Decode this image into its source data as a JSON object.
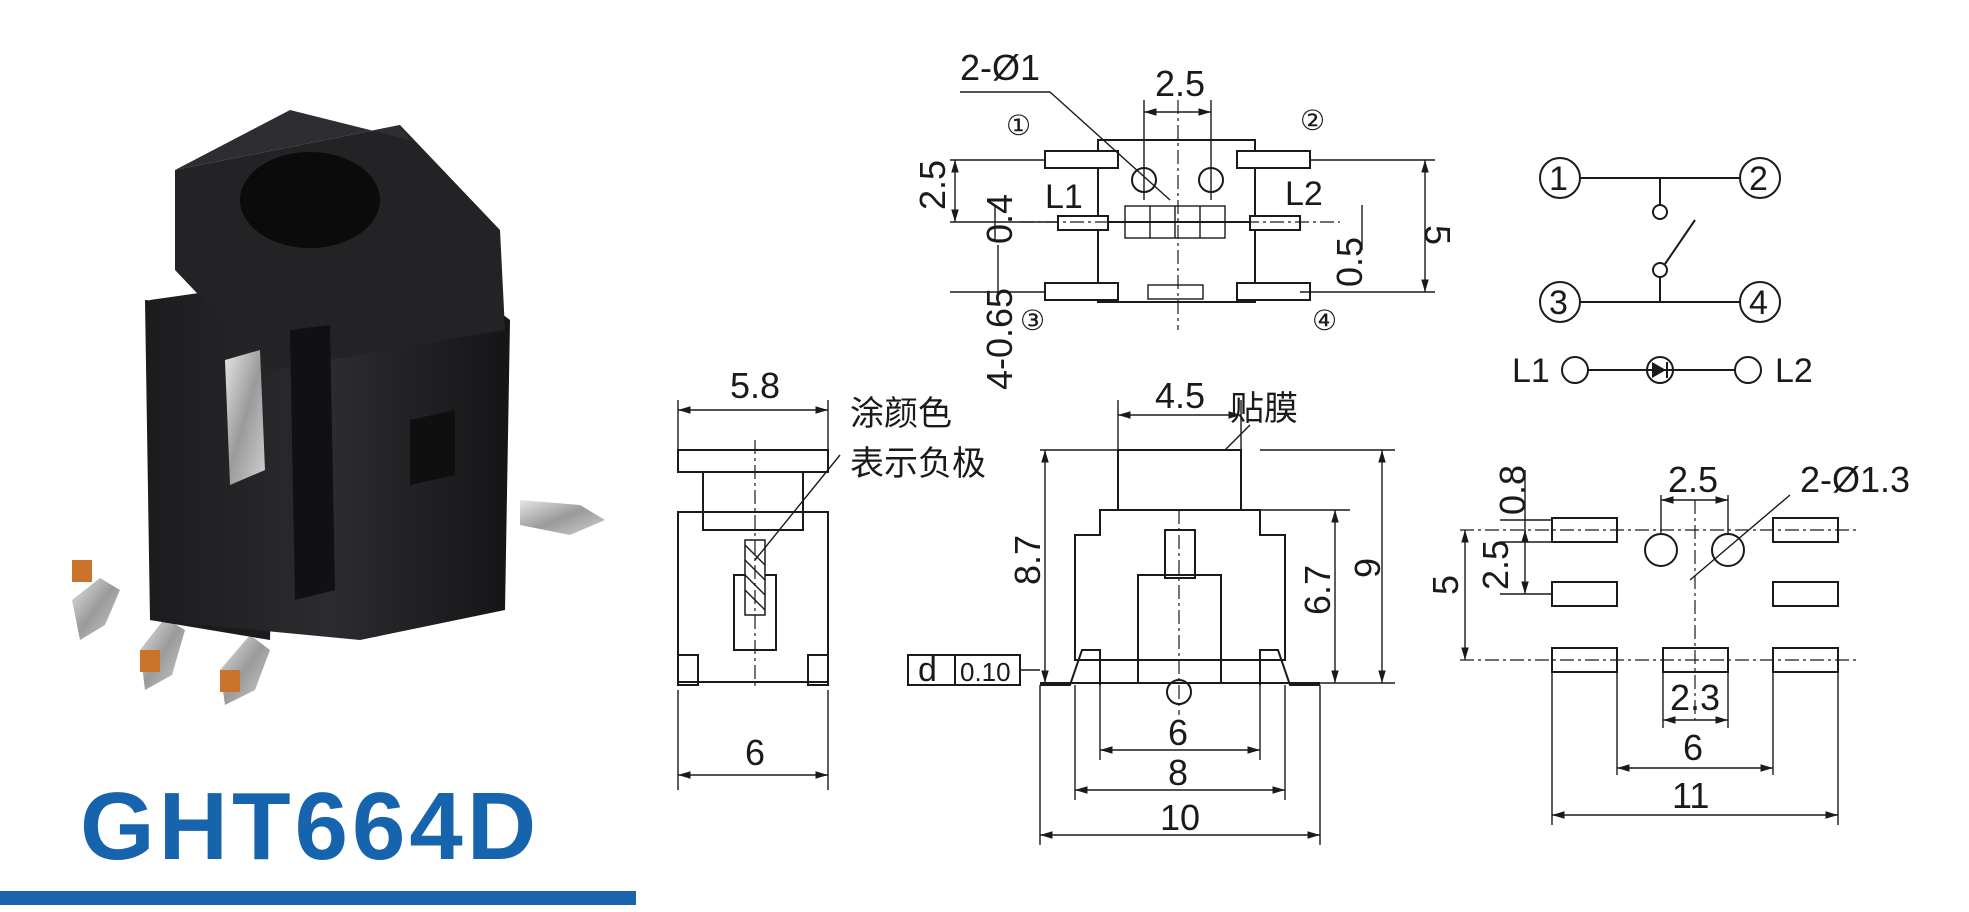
{
  "title": "GHT664D",
  "brand_color": "#1564ad",
  "top_view": {
    "holes": "2-Ø1",
    "pitch": "2.5",
    "pins": [
      "①",
      "②",
      "③",
      "④"
    ],
    "led_pins": [
      "L1",
      "L2"
    ],
    "dims": {
      "a": "2.5",
      "b": "0.4",
      "c": "4-0.65",
      "d": "0.5",
      "e": "5"
    }
  },
  "front_view": {
    "width_top": "5.8",
    "width_bottom": "6",
    "note_line1": "涂颜色",
    "note_line2": "表示负极"
  },
  "side_view": {
    "width_top": "4.5",
    "film_label": "贴膜",
    "h1": "8.7",
    "h2": "6.7",
    "h3": "9",
    "w6": "6",
    "w8": "8",
    "w10": "10",
    "flatness_symbol": "d",
    "flatness_value": "0.10"
  },
  "schematic": {
    "pins": [
      "1",
      "2",
      "3",
      "4"
    ],
    "led_left": "L1",
    "led_right": "L2"
  },
  "pcb_layout": {
    "d08": "0.8",
    "d25": "2.5",
    "holes": "2-Ø1.3",
    "d25v": "2.5",
    "d5": "5",
    "d23": "2.3",
    "d6": "6",
    "d11": "11"
  }
}
